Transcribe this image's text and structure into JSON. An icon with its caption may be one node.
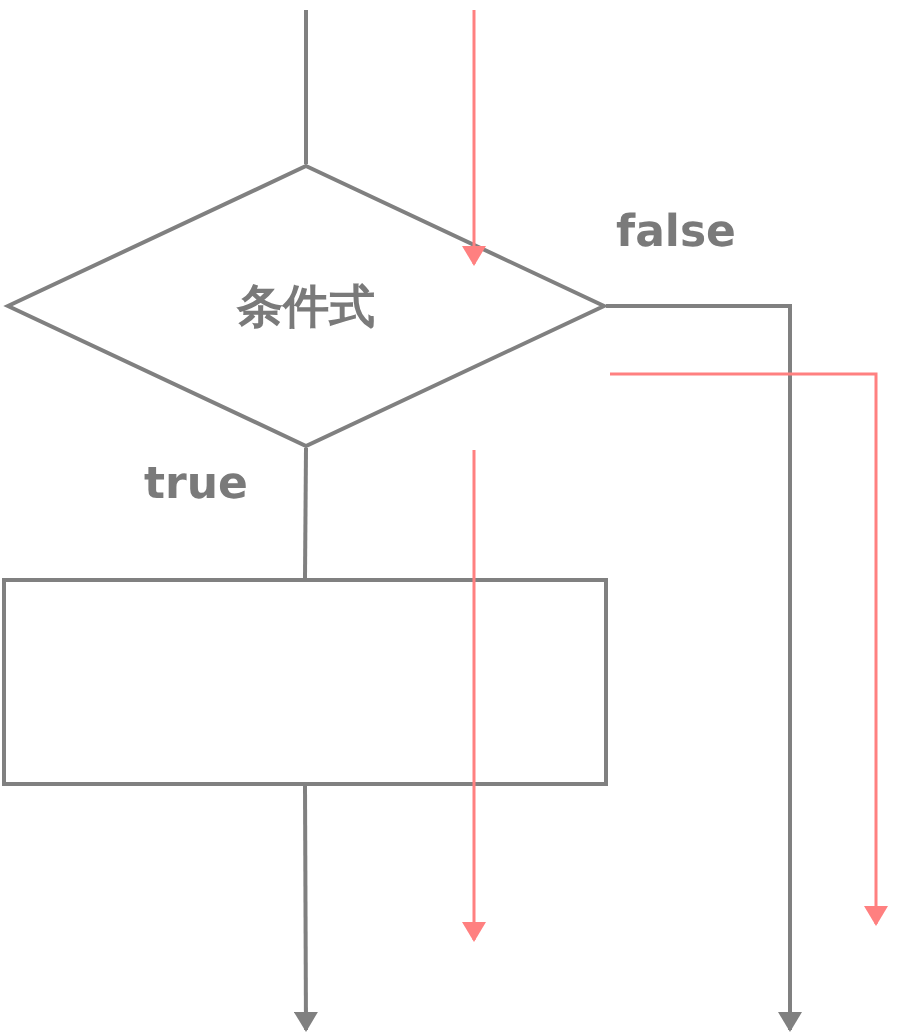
{
  "diagram": {
    "nodes": [
      {
        "text": [
          "条件式"
        ]
      },
      {
        "text": [],
        "shape": "box"
      }
    ],
    "edges": [
      {
        "from": null,
        "to": 0,
        "arrow": "none"
      },
      {
        "from": 0,
        "to": 1,
        "arrow": "none",
        "label": "true"
      },
      {
        "from": 1,
        "to": null,
        "arrow": "to"
      },
      {
        "from": 0,
        "to": null,
        "arrow": "to",
        "label": "false"
      }
    ]
  }
}
